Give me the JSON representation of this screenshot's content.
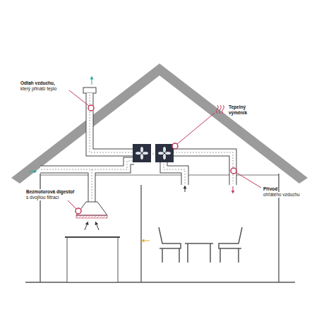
{
  "diagram": {
    "labels": [
      "Odtah vzduchu,",
      "který přináší teplo",
      "Tepelný výměník",
      "Bezmotorová digestoř",
      "s dvojitou filtrací",
      "Přívod",
      "ohřátého vzduchu"
    ]
  }
}
